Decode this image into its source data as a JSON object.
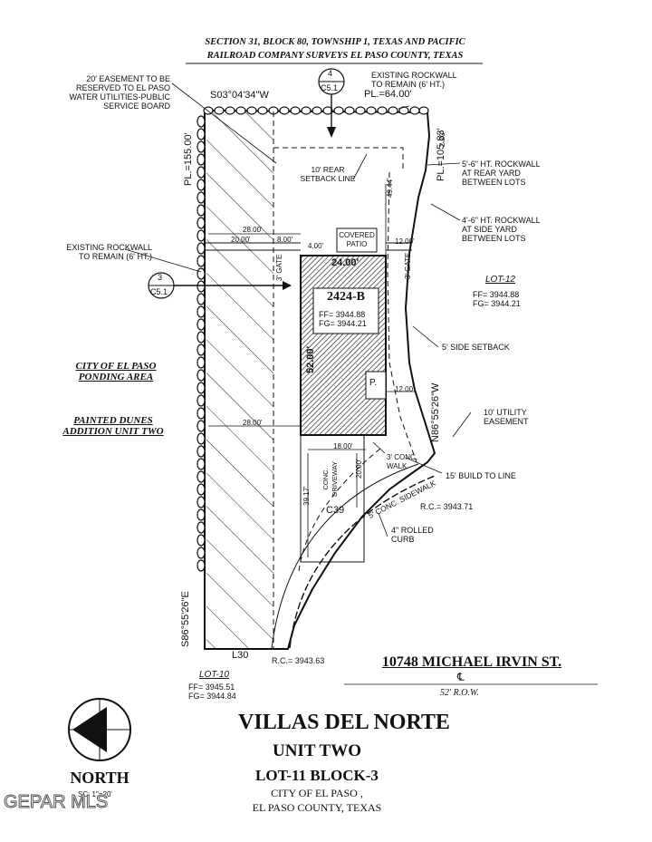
{
  "header": {
    "line1": "SECTION 31, BLOCK 80, TOWNSHIP 1, TEXAS AND PACIFIC",
    "line2": "RAILROAD COMPANY SURVEYS EL PASO COUNTY, TEXAS"
  },
  "callouts": {
    "top": {
      "num": "4",
      "sheet": "C5.1"
    },
    "left": {
      "num": "3",
      "sheet": "C5.1"
    }
  },
  "bearings": {
    "top": "S03°04'34\"W",
    "right": "N86°55'26\"W",
    "left": "S86°55'26\"E"
  },
  "property_lines": {
    "top": "PL.=64.00'",
    "left": "PL.=155.00'",
    "right": "PL.=105.83'"
  },
  "notes": {
    "easement": "20' EASEMENT TO BE\nRESERVED TO EL PASO\nWATER UTILITIES-PUBLIC\nSERVICE BOARD",
    "rockwall_top": "EXISTING ROCKWALL\nTO REMAIN (6' HT.)",
    "rockwall_left": "EXISTING ROCKWALL\nTO REMAIN (6' HT.)",
    "rockwall_rear": "5'-6\" HT. ROCKWALL\nAT REAR YARD\nBETWEEN LOTS",
    "rockwall_side": "4'-6\" HT. ROCKWALL\nAT SIDE YARD\nBETWEEN LOTS",
    "rear_setback": "10' REAR\nSETBACK LINE",
    "covered_patio": "COVERED\nPATIO",
    "gate": "3' GATE",
    "side_setback": "5' SIDE SETBACK",
    "utility_easement": "10' UTILITY\nEASEMENT",
    "conc_walk": "3' CONC.\nWALK",
    "build_line": "15' BUILD TO LINE",
    "sidewalk": "5' CONC. SIDEWALK",
    "curb": "4\" ROLLED\nCURB",
    "driveway": "CONC.\nDRIVEWAY",
    "ponding": "CITY OF EL PASO\nPONDING AREA",
    "dunes": "PAINTED DUNES\nADDITION UNIT TWO"
  },
  "dimensions": {
    "d220": "2.20'",
    "d4944": "49.44'",
    "d2800a": "28.00'",
    "d2000": "20.00'",
    "d800": "8.00'",
    "d400": "4.00'",
    "d1200a": "12.00'",
    "d2400": "24.00'",
    "d5200": "52.00'",
    "d1200b": "12.00'",
    "d2800b": "28.00'",
    "d1800": "18.00'",
    "d3917": "39.17'",
    "d2000v": "20.00'"
  },
  "house": {
    "lot": "2424-B",
    "ff": "FF= 3944.88",
    "fg": "FG= 3944.21",
    "porch": "P."
  },
  "lot12": {
    "name": "LOT-12",
    "ff": "FF= 3944.88",
    "fg": "FG= 3944.21"
  },
  "lot10": {
    "name": "LOT-10",
    "ff": "FF= 3945.51",
    "fg": "FG= 3944.84"
  },
  "curve": "C39",
  "line_label": "L30",
  "rc_right": "R.C.= 3943.71",
  "rc_bottom": "R.C.= 3943.63",
  "street": {
    "name": "10748 MICHAEL IRVIN ST.",
    "centerline": "℄",
    "row": "52' R.O.W."
  },
  "north": {
    "label": "NORTH",
    "scale": "SC: 1\"=20'"
  },
  "title": {
    "line1": "VILLAS DEL NORTE",
    "line2": "UNIT TWO",
    "line3": "LOT-11  BLOCK-3",
    "line4": "CITY OF EL PASO ,",
    "line5": "EL PASO COUNTY, TEXAS"
  },
  "watermark": "GEPAR MLS"
}
